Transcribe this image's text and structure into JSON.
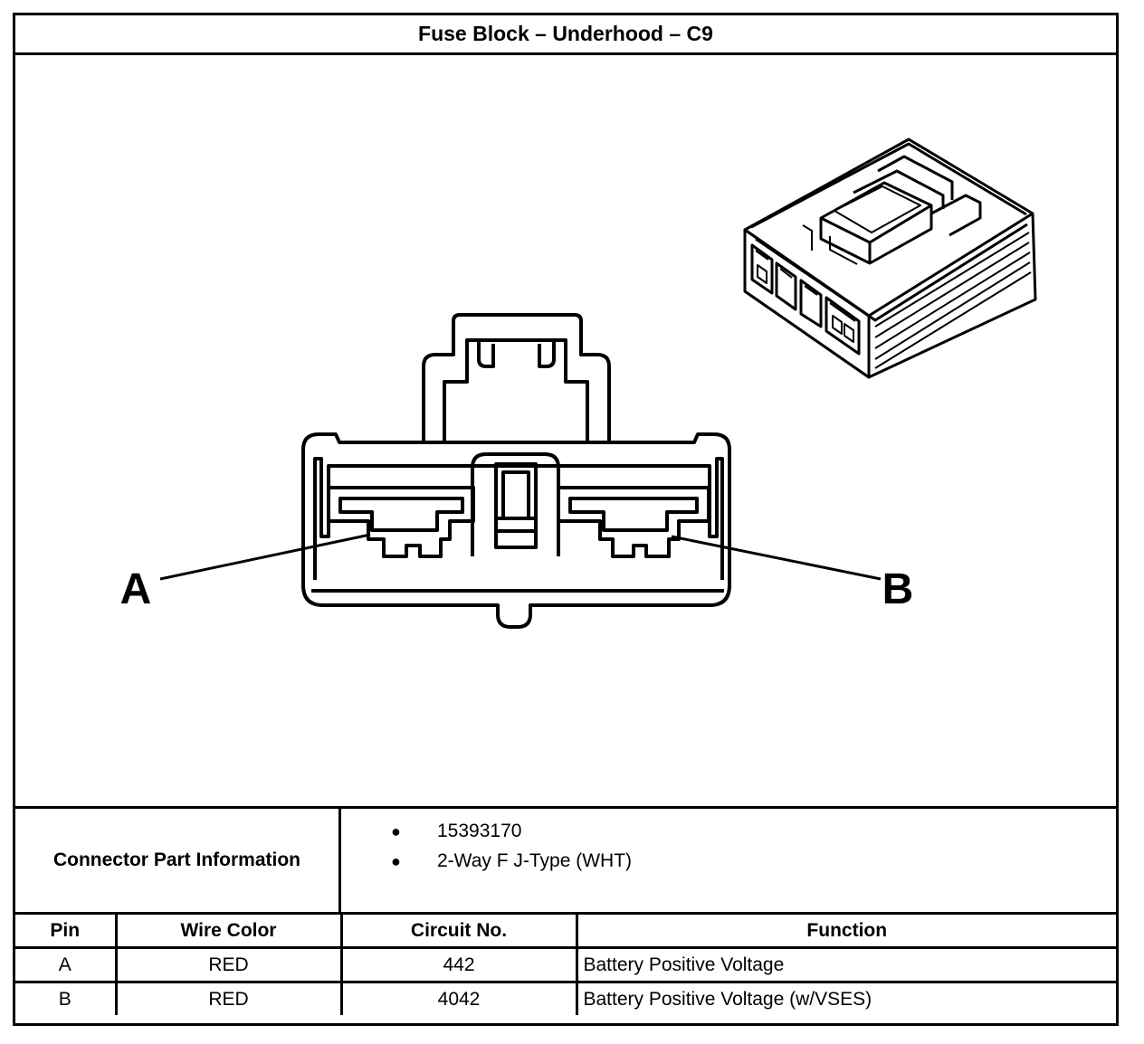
{
  "title": "Fuse Block – Underhood – C9",
  "diagram": {
    "label_a": "A",
    "label_b": "B"
  },
  "connector_info": {
    "label": "Connector Part Information",
    "items": [
      "15393170",
      "2-Way F J-Type (WHT)"
    ]
  },
  "pin_table": {
    "headers": [
      "Pin",
      "Wire Color",
      "Circuit No.",
      "Function"
    ],
    "rows": [
      {
        "pin": "A",
        "wire_color": "RED",
        "circuit": "442",
        "function": "Battery Positive Voltage"
      },
      {
        "pin": "B",
        "wire_color": "RED",
        "circuit": "4042",
        "function": "Battery Positive Voltage (w/VSES)"
      }
    ]
  }
}
